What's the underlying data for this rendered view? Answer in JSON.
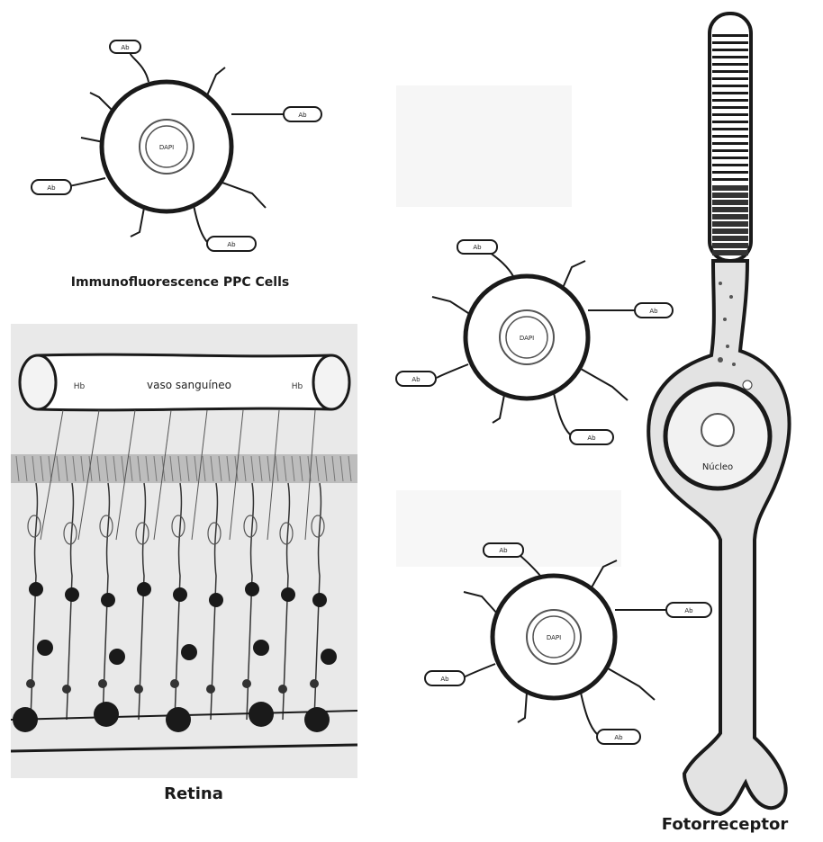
{
  "cells": [
    {
      "id": "cell-top",
      "caption": "Immunofluorescence PPC Cells",
      "nucleus_label": "DAPI",
      "tags": [
        "Ab",
        "Ab",
        "Ab",
        "Ab"
      ]
    },
    {
      "id": "cell-mid",
      "caption": "",
      "nucleus_label": "DAPI",
      "tags": [
        "Ab",
        "Ab",
        "Ab",
        "Ab"
      ]
    },
    {
      "id": "cell-low",
      "caption": "",
      "nucleus_label": "DAPI",
      "tags": [
        "Ab",
        "Ab",
        "Ab",
        "Ab"
      ]
    }
  ],
  "retina": {
    "caption": "Retina",
    "vessel_label": "vaso sanguíneo",
    "vessel_ends": [
      "Hb",
      "Hb"
    ]
  },
  "photoreceptor": {
    "caption": "Fotorreceptor",
    "nucleus_label": "Núcleo"
  },
  "colors": {
    "ink": "#1a1a1a",
    "photoreceptor_fill": "#e3e3e3",
    "retina_bg": "#e9e9e9",
    "retina_band": "#bdbdbd"
  }
}
